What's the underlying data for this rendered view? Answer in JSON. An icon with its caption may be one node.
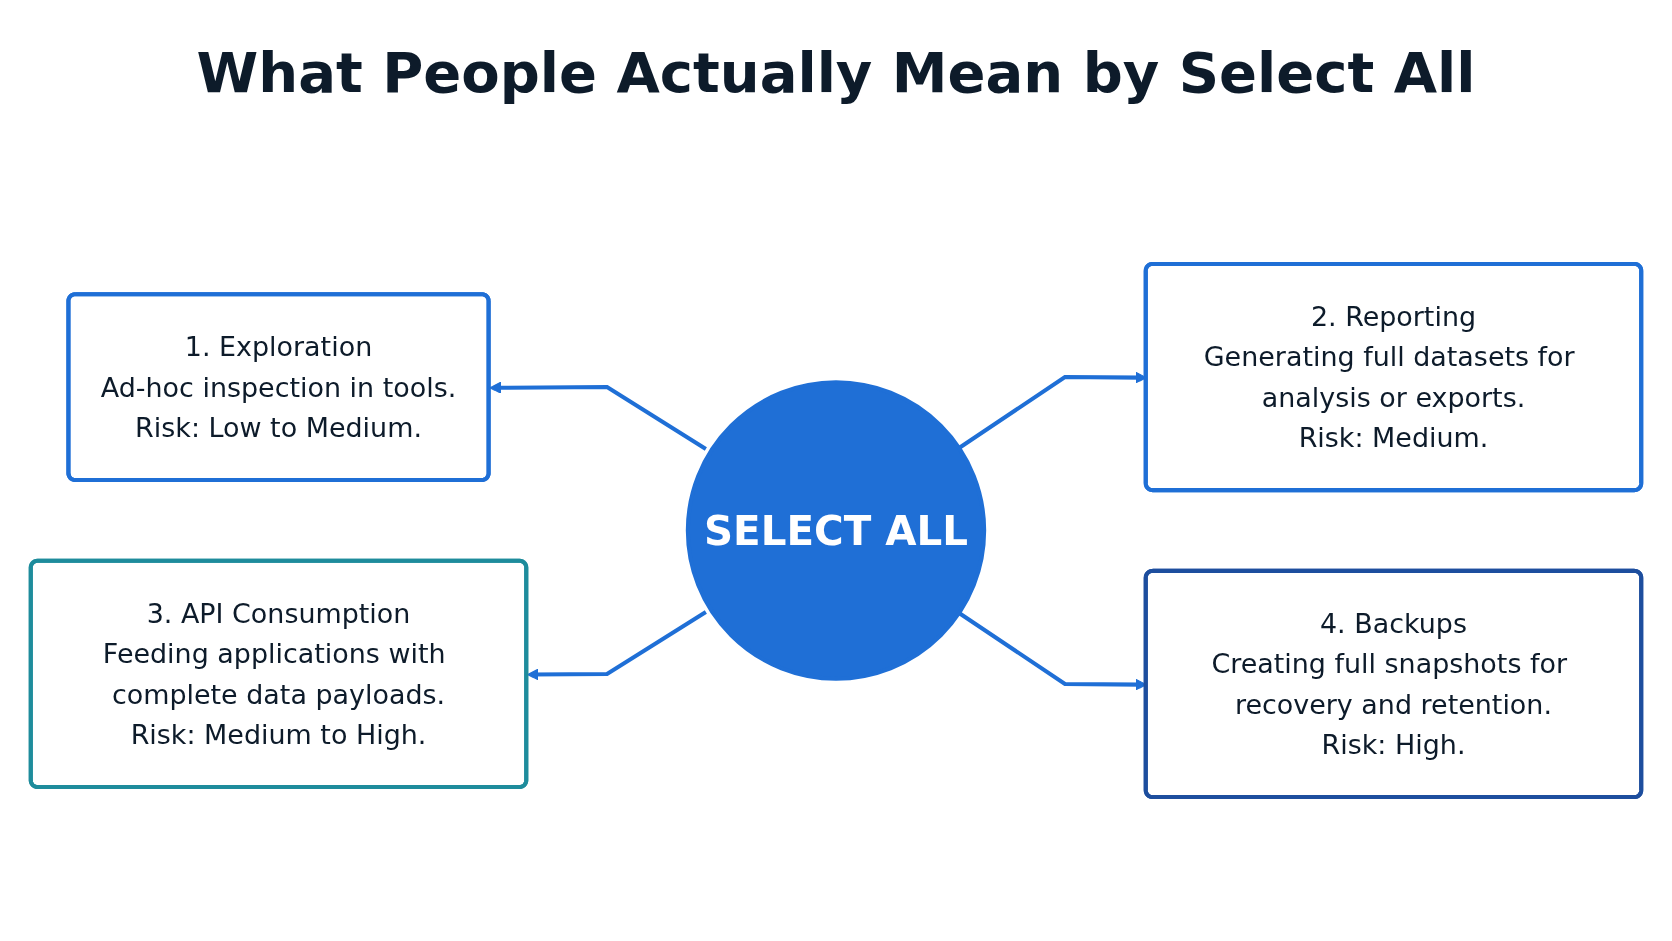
{
  "diagram": {
    "title": "What People Actually Mean by Select All",
    "nodes": [
      {
        "text": [
          "1. Exploration",
          "Ad-hoc inspection in tools.",
          "Risk: Low to Medium."
        ]
      },
      {
        "text": [
          "2. Reporting",
          "Generating full datasets for analysis or exports.",
          "Risk: Medium."
        ]
      },
      {
        "text": [
          "SELECT ALL"
        ]
      },
      {
        "text": [
          "3. API Consumption",
          "Feeding applications with complete data payloads.",
          "Risk: Medium to High."
        ]
      },
      {
        "text": [
          "4. Backups",
          "Creating full snapshots for recovery and retention.",
          "Risk: High."
        ]
      }
    ],
    "edges": [
      {
        "from": 2,
        "to": 0,
        "arrow": "to"
      },
      {
        "from": 2,
        "to": 1,
        "arrow": "to"
      },
      {
        "from": 2,
        "to": 3,
        "arrow": "to"
      },
      {
        "from": 2,
        "to": 4,
        "arrow": "to"
      }
    ]
  }
}
